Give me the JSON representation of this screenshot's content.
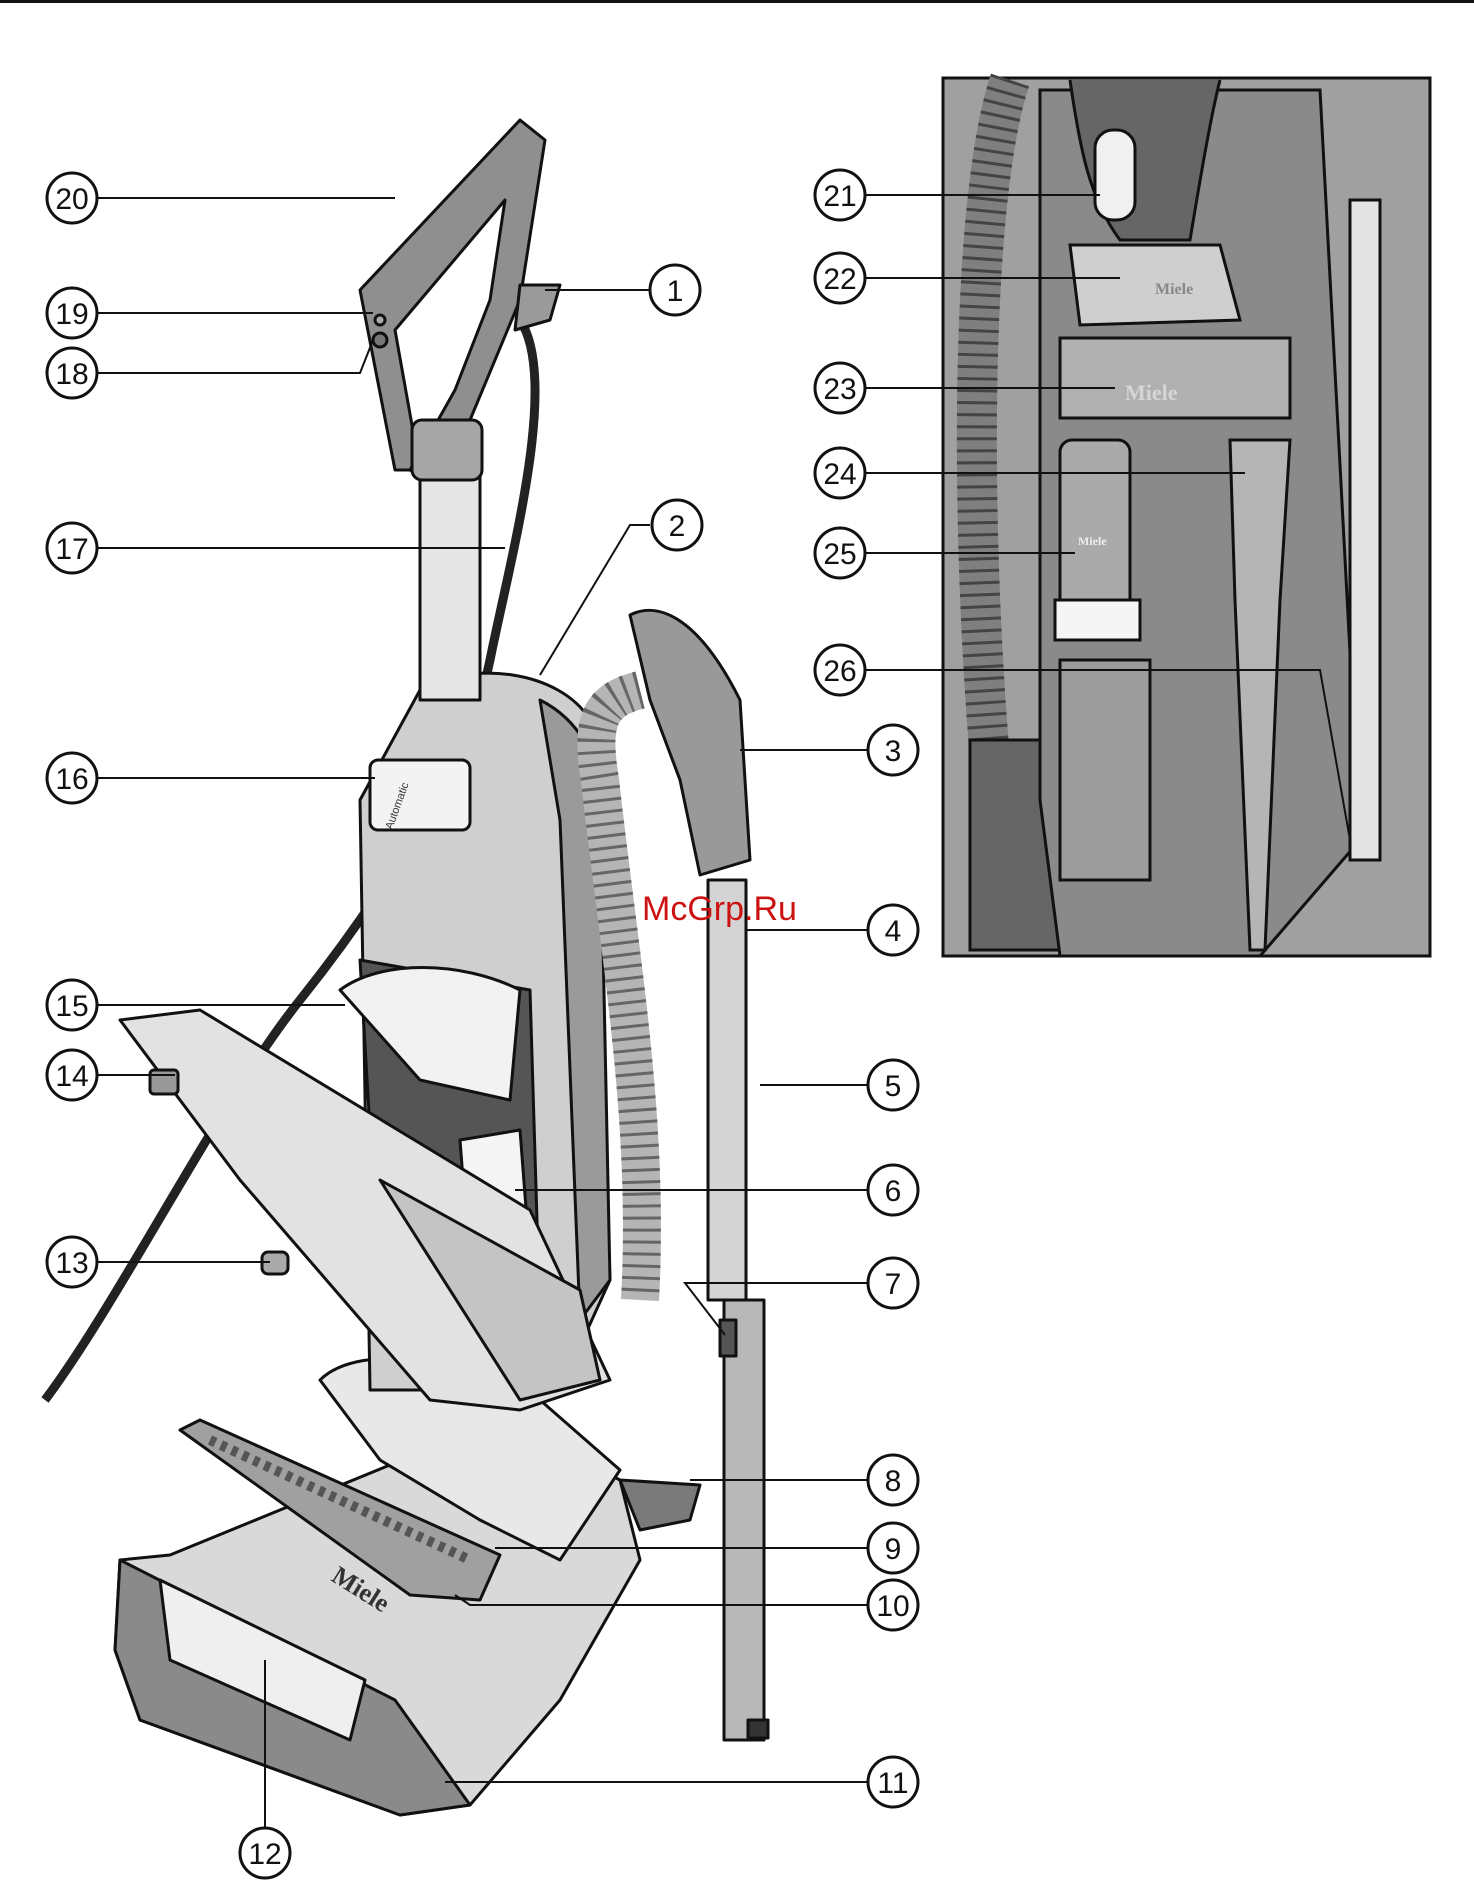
{
  "brand_mark": "Miele",
  "panel_text": "Automatic",
  "watermark": "McGrp.Ru",
  "callouts": [
    {
      "id": "1",
      "label": "1"
    },
    {
      "id": "2",
      "label": "2"
    },
    {
      "id": "3",
      "label": "3"
    },
    {
      "id": "4",
      "label": "4"
    },
    {
      "id": "5",
      "label": "5"
    },
    {
      "id": "6",
      "label": "6"
    },
    {
      "id": "7",
      "label": "7"
    },
    {
      "id": "8",
      "label": "8"
    },
    {
      "id": "9",
      "label": "9"
    },
    {
      "id": "10",
      "label": "10"
    },
    {
      "id": "11",
      "label": "11"
    },
    {
      "id": "12",
      "label": "12"
    },
    {
      "id": "13",
      "label": "13"
    },
    {
      "id": "14",
      "label": "14"
    },
    {
      "id": "15",
      "label": "15"
    },
    {
      "id": "16",
      "label": "16"
    },
    {
      "id": "17",
      "label": "17"
    },
    {
      "id": "18",
      "label": "18"
    },
    {
      "id": "19",
      "label": "19"
    },
    {
      "id": "20",
      "label": "20"
    },
    {
      "id": "21",
      "label": "21"
    },
    {
      "id": "22",
      "label": "22"
    },
    {
      "id": "23",
      "label": "23"
    },
    {
      "id": "24",
      "label": "24"
    },
    {
      "id": "25",
      "label": "25"
    },
    {
      "id": "26",
      "label": "26"
    }
  ],
  "colors": {
    "line": "#111111",
    "body_light": "#d9d9d9",
    "body_mid": "#a6a6a6",
    "body_dark": "#7a7a7a",
    "panel_bg": "#8f8f8f",
    "watermark": "#cc1111"
  }
}
